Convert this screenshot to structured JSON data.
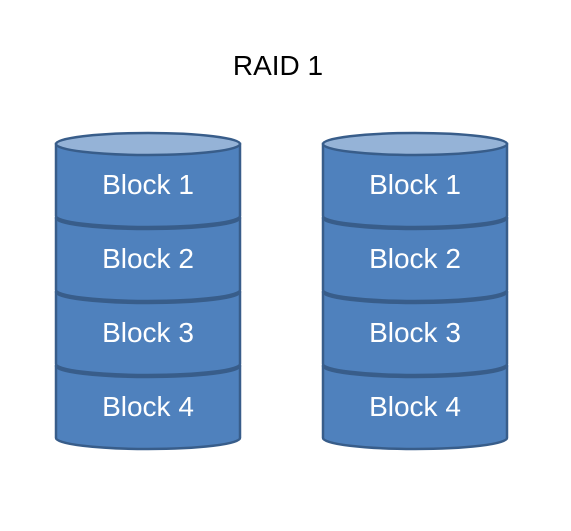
{
  "title": "RAID 1",
  "colors": {
    "block_fill": "#4f81bd",
    "block_top": "#95b3d7",
    "block_edge": "#385d8a",
    "label_text": "#ffffff",
    "title_text": "#000000"
  },
  "disks": [
    {
      "blocks": [
        {
          "label": "Block 1"
        },
        {
          "label": "Block 2"
        },
        {
          "label": "Block 3"
        },
        {
          "label": "Block 4"
        }
      ]
    },
    {
      "blocks": [
        {
          "label": "Block 1"
        },
        {
          "label": "Block 2"
        },
        {
          "label": "Block 3"
        },
        {
          "label": "Block 4"
        }
      ]
    }
  ]
}
